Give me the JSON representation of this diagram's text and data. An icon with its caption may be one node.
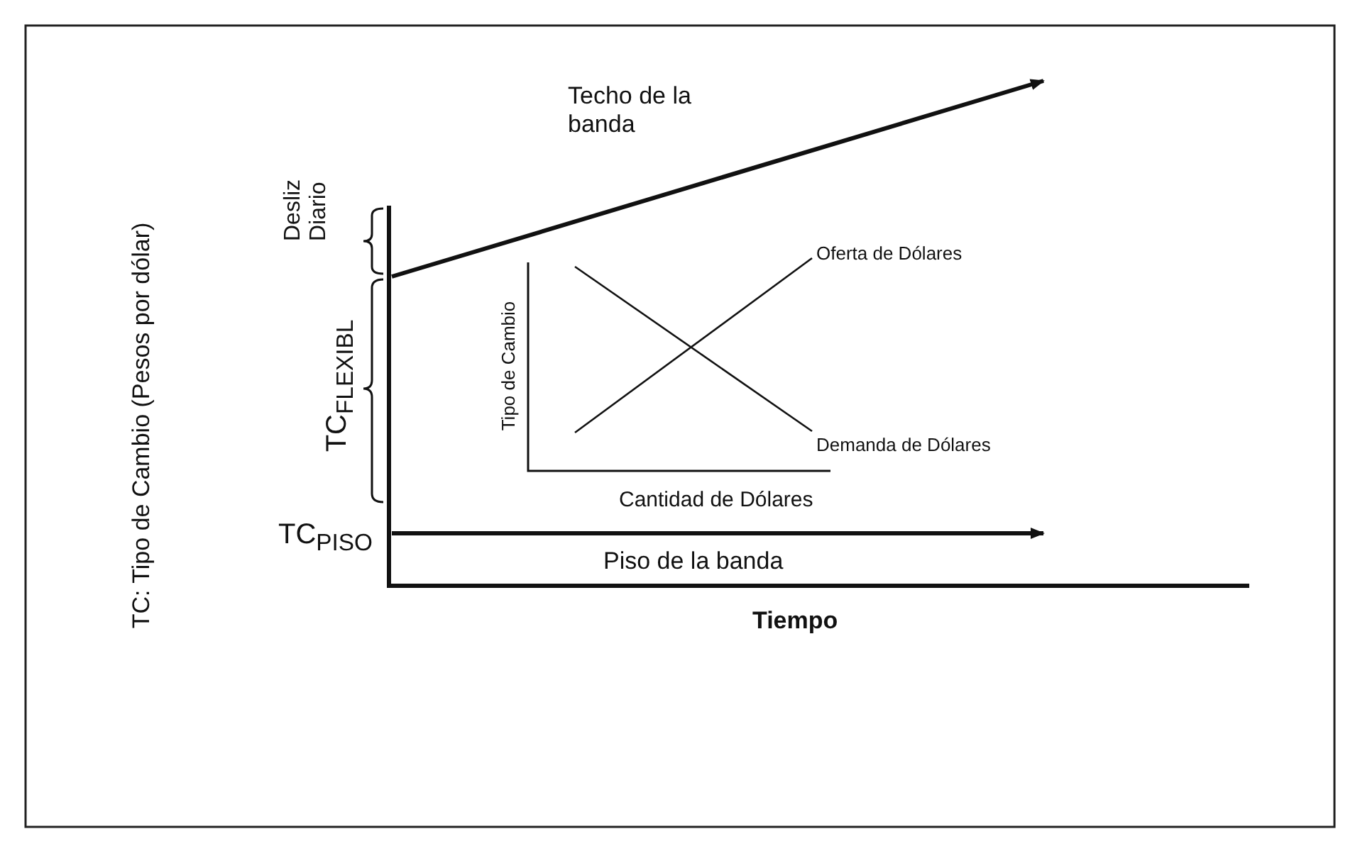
{
  "diagram": {
    "labels": [
      "TC: Tipo de Cambio (Pesos por dólar)",
      "Techo de la banda",
      "Desliz Diario",
      "TC$_{FLEXIBL}$",
      "TC$_{PISO}$",
      "Oferta de Dólares",
      "Tipo de Cambio",
      "Demanda de Dólares",
      "Cantidad de Dólares",
      "Piso de la banda",
      "Tiempo"
    ]
  }
}
